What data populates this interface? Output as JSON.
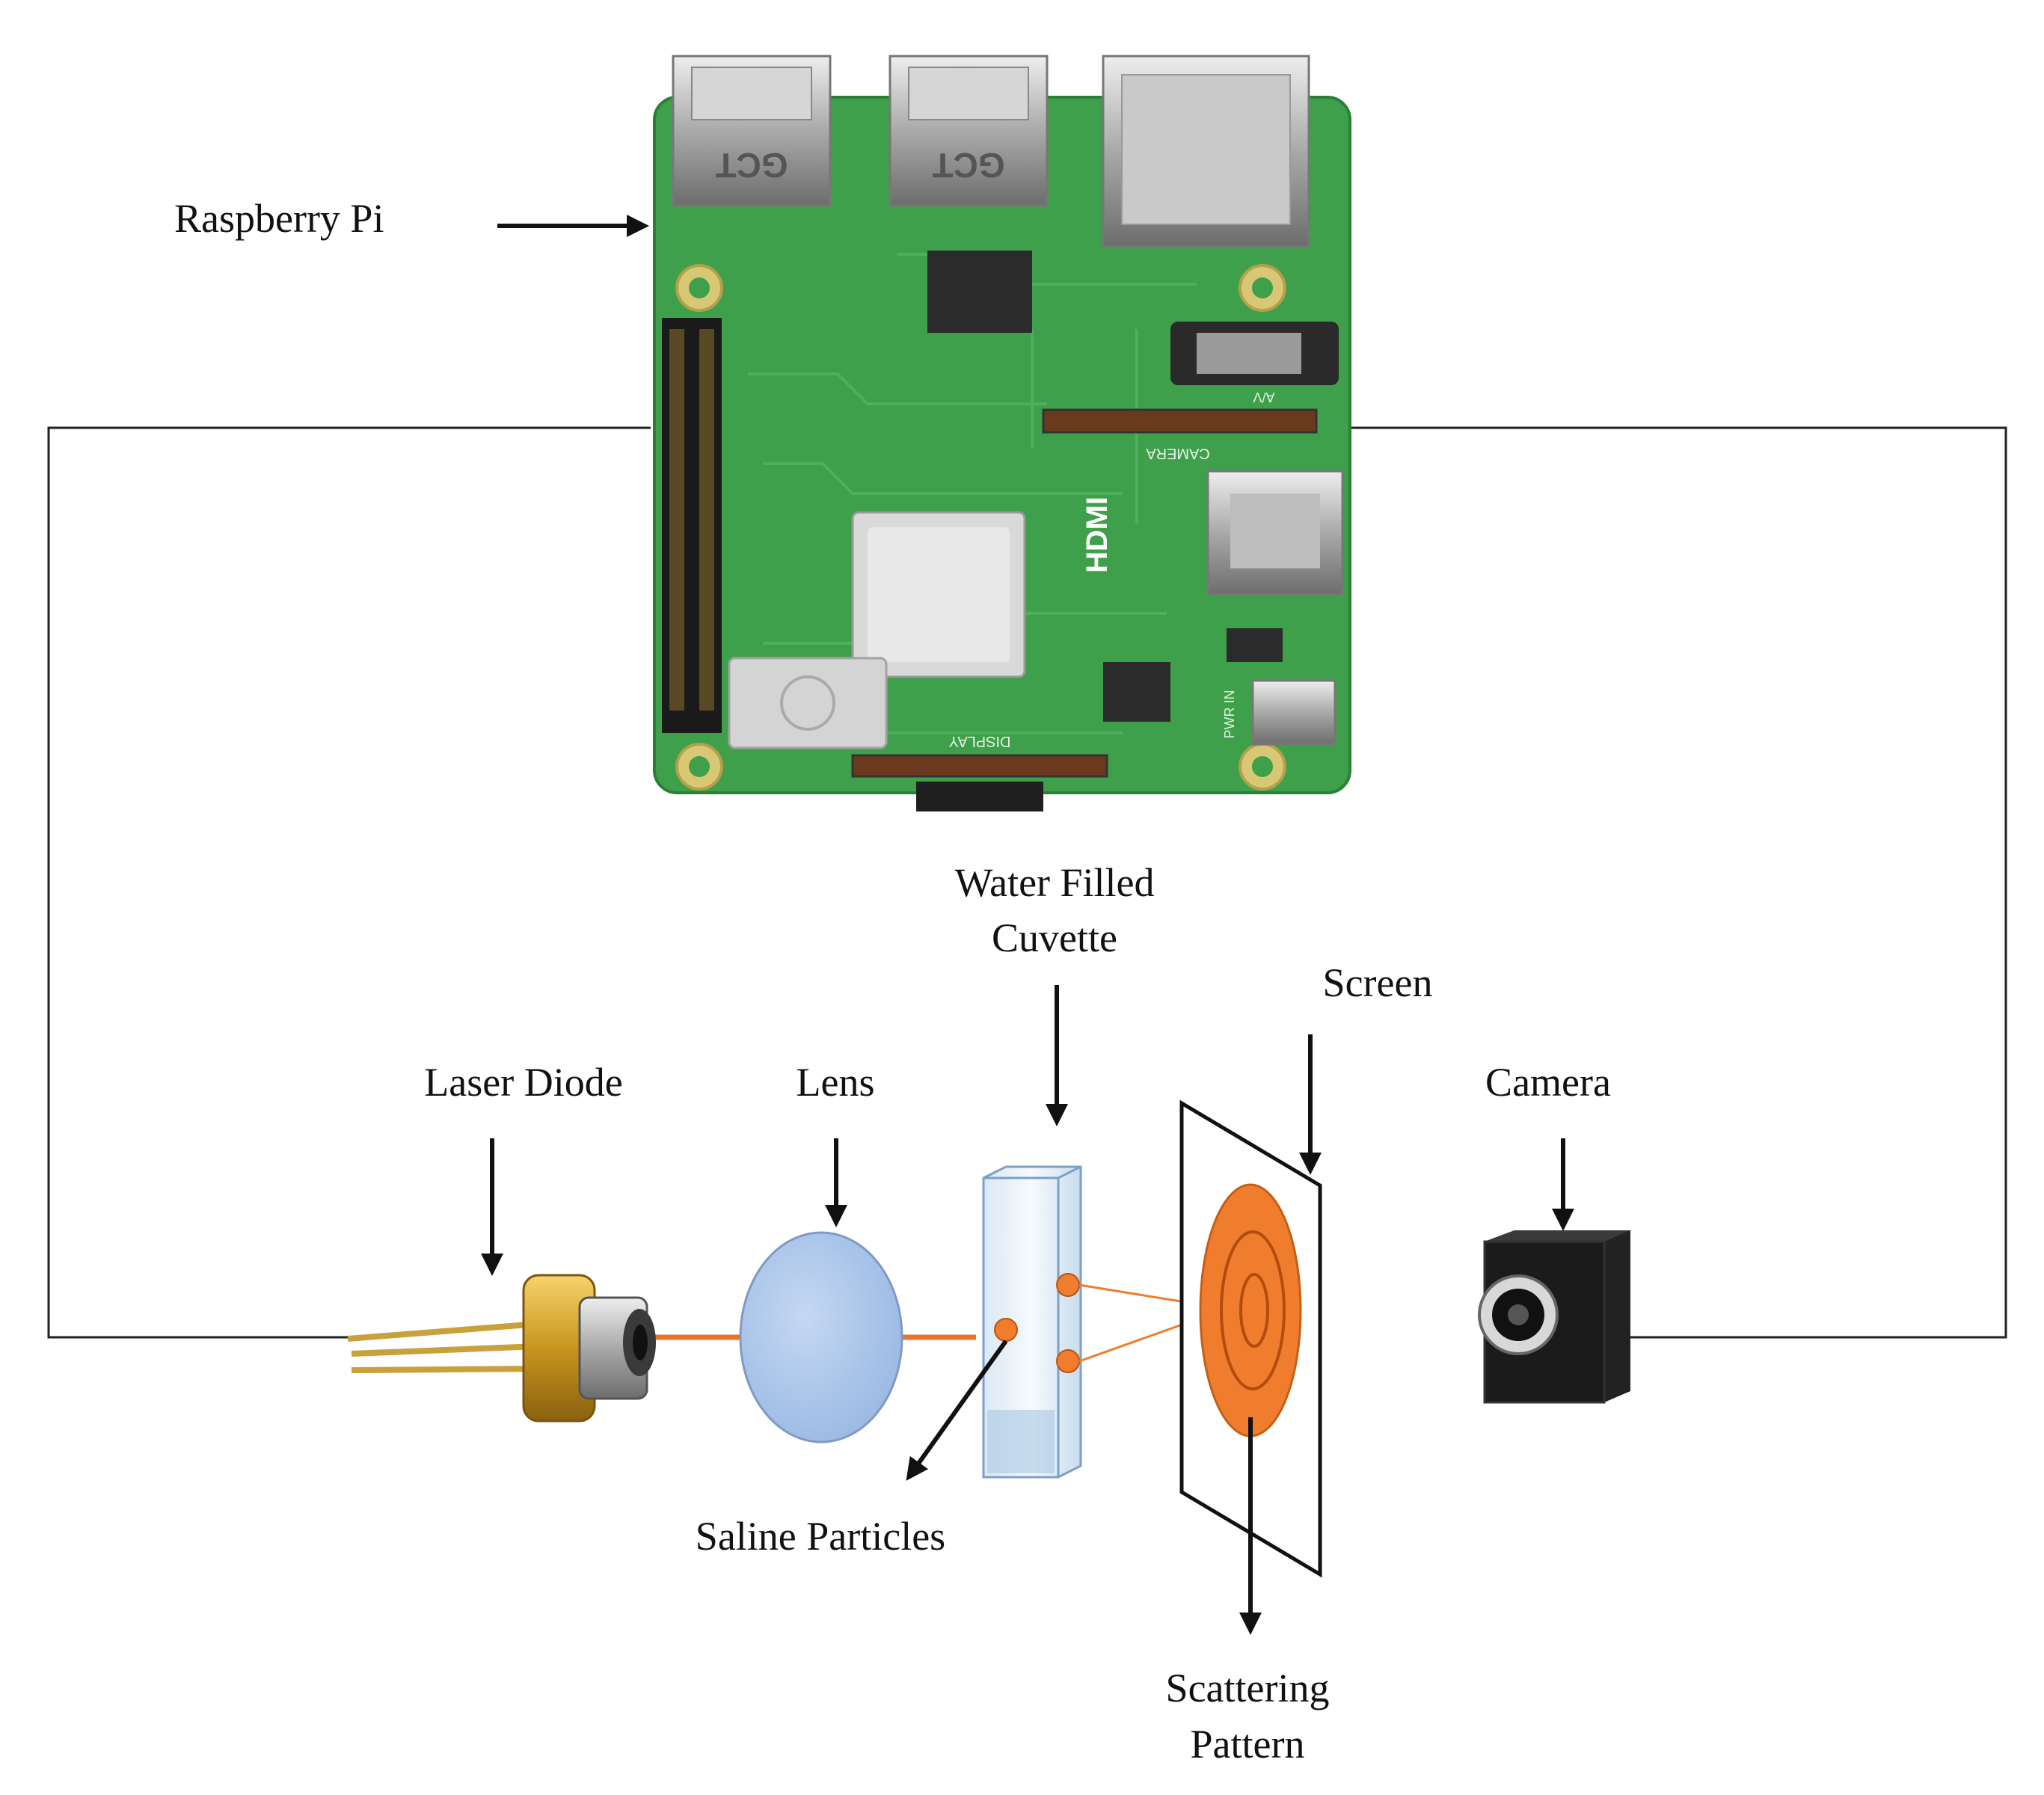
{
  "labels": {
    "raspberry_pi": "Raspberry Pi",
    "water_filled_line1": "Water Filled",
    "water_filled_line2": "Cuvette",
    "screen": "Screen",
    "laser_diode": "Laser Diode",
    "lens": "Lens",
    "camera": "Camera",
    "saline_particles": "Saline Particles",
    "scattering_line1": "Scattering",
    "scattering_line2": "Pattern"
  },
  "board_text": {
    "usb_brand_1": "GCT",
    "usb_brand_2": "GCT",
    "hdmi": "HDMI",
    "camera_port": "CAMERA",
    "display_port": "DISPLAY",
    "av": "A/V",
    "pwr_in": "PWR IN"
  },
  "colors": {
    "laser_beam": "#e8732a",
    "pcb": "#3ea04a",
    "lens": "#a9c5ea",
    "pattern": "#ef7d2d",
    "wire": "#222222",
    "arrow": "#111111"
  },
  "icons": {
    "board": "raspberry-pi-board-icon",
    "laser": "laser-diode-icon",
    "camera": "camera-module-icon"
  }
}
